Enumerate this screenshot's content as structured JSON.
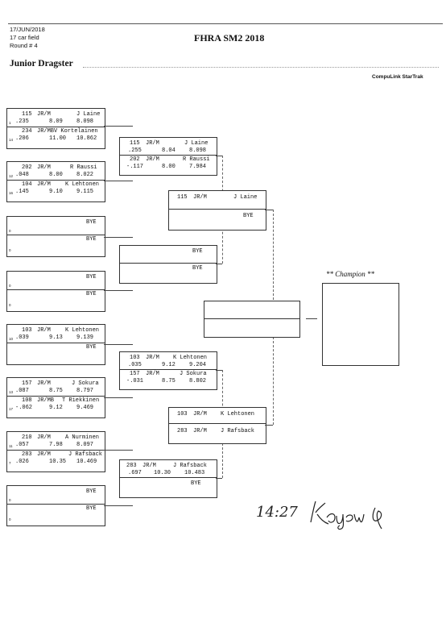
{
  "header": {
    "date": "17/JUN/2018",
    "field": "17 car field",
    "round": "Round # 4",
    "event": "FHRA SM2 2018",
    "class_name": "Junior Dragster",
    "brand": "CompuLink StarTrak"
  },
  "round1": [
    {
      "top": {
        "num": "115",
        "cls": "JR/M",
        "name": "J Laine",
        "lane": "1",
        "rt": ".235",
        "et": "8.09",
        "spd": "8.098"
      },
      "bot": {
        "num": "234",
        "cls": "JR/MB",
        "name": "V Kortelainen",
        "lane": "14",
        "rt": ".206",
        "et": "11.00",
        "spd": "10.862"
      }
    },
    {
      "top": {
        "num": "202",
        "cls": "JR/M",
        "name": "R Raussi",
        "lane": "12",
        "rt": ".048",
        "et": "8.00",
        "spd": "8.022"
      },
      "bot": {
        "num": "104",
        "cls": "JR/M",
        "name": "K Lehtonen",
        "lane": "16",
        "rt": ".145",
        "et": "9.10",
        "spd": "9.115"
      }
    },
    {
      "top": {
        "num": "",
        "cls": "",
        "name": "BYE",
        "lane": "0",
        "rt": "",
        "et": "",
        "spd": ""
      },
      "bot": {
        "num": "",
        "cls": "",
        "name": "BYE",
        "lane": "0",
        "rt": "",
        "et": "",
        "spd": ""
      }
    },
    {
      "top": {
        "num": "",
        "cls": "",
        "name": "BYE",
        "lane": "0",
        "rt": "",
        "et": "",
        "spd": ""
      },
      "bot": {
        "num": "",
        "cls": "",
        "name": "BYE",
        "lane": "0",
        "rt": "",
        "et": "",
        "spd": ""
      }
    },
    {
      "top": {
        "num": "103",
        "cls": "JR/M",
        "name": "K Lehtonen",
        "lane": "10",
        "rt": ".039",
        "et": "9.13",
        "spd": "9.139"
      },
      "bot": {
        "num": "",
        "cls": "",
        "name": "BYE",
        "lane": "",
        "rt": "",
        "et": "",
        "spd": ""
      }
    },
    {
      "top": {
        "num": "157",
        "cls": "JR/M",
        "name": "J Sokura",
        "lane": "13",
        "rt": ".087",
        "et": "8.75",
        "spd": "8.797"
      },
      "bot": {
        "num": "108",
        "cls": "JR/MB",
        "name": "T Riekkinen",
        "lane": "17",
        "rt": "-.062",
        "et": "9.12",
        "spd": "9.469"
      }
    },
    {
      "top": {
        "num": "210",
        "cls": "JR/M",
        "name": "A Nurminen",
        "lane": "11",
        "rt": ".057",
        "et": "7.98",
        "spd": "8.097"
      },
      "bot": {
        "num": "283",
        "cls": "JR/M",
        "name": "J Rafsback",
        "lane": "7",
        "rt": ".026",
        "et": "10.35",
        "spd": "10.469"
      }
    },
    {
      "top": {
        "num": "",
        "cls": "",
        "name": "BYE",
        "lane": "0",
        "rt": "",
        "et": "",
        "spd": ""
      },
      "bot": {
        "num": "",
        "cls": "",
        "name": "BYE",
        "lane": "0",
        "rt": "",
        "et": "",
        "spd": ""
      }
    }
  ],
  "round2": [
    {
      "top": {
        "num": "115",
        "cls": "JR/M",
        "name": "J Laine",
        "rt": ".255",
        "et": "8.04",
        "spd": "8.098"
      },
      "bot": {
        "num": "202",
        "cls": "JR/M",
        "name": "R Raussi",
        "rt": "-.117",
        "et": "8.00",
        "spd": "7.984"
      }
    },
    {
      "top": {
        "num": "",
        "cls": "",
        "name": "BYE",
        "rt": "",
        "et": "",
        "spd": ""
      },
      "bot": {
        "num": "",
        "cls": "",
        "name": "BYE",
        "rt": "",
        "et": "",
        "spd": ""
      }
    },
    {
      "top": {
        "num": "103",
        "cls": "JR/M",
        "name": "K Lehtonen",
        "rt": ".035",
        "et": "9.12",
        "spd": "9.204"
      },
      "bot": {
        "num": "157",
        "cls": "JR/M",
        "name": "J Sokura",
        "rt": "-.031",
        "et": "8.75",
        "spd": "8.802"
      }
    },
    {
      "top": {
        "num": "283",
        "cls": "JR/M",
        "name": "J Rafsback",
        "rt": ".697",
        "et": "10.30",
        "spd": "10.483"
      },
      "bot": {
        "num": "",
        "cls": "",
        "name": "BYE",
        "rt": "",
        "et": "",
        "spd": ""
      }
    }
  ],
  "round3": [
    {
      "top": {
        "num": "115",
        "cls": "JR/M",
        "name": "J Laine"
      },
      "bot": {
        "num": "",
        "cls": "",
        "name": "BYE"
      }
    },
    {
      "top": {
        "num": "103",
        "cls": "JR/M",
        "name": "K Lehtonen"
      },
      "bot": {
        "num": "283",
        "cls": "JR/M",
        "name": "J Rafsback"
      }
    }
  ],
  "final": {
    "top": "",
    "bot": ""
  },
  "champion": {
    "label": "** Champion **"
  },
  "annotation": {
    "time": "14:27"
  }
}
